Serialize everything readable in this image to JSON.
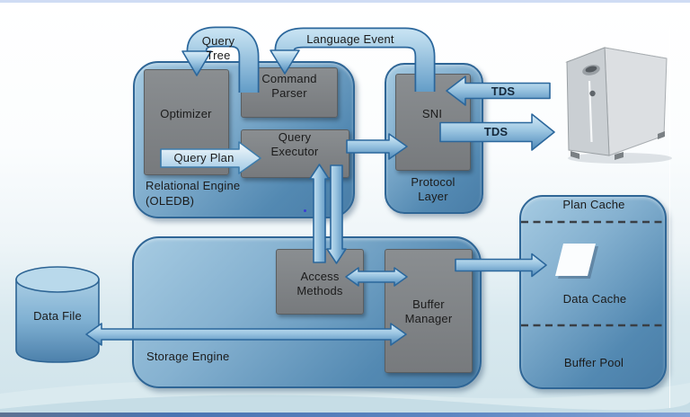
{
  "containers": {
    "relational_engine": {
      "line1": "Relational Engine",
      "line2": "(OLEDB)"
    },
    "protocol_layer": {
      "line1": "Protocol",
      "line2": "Layer"
    },
    "storage_engine": {
      "label": "Storage Engine"
    },
    "buffer_pool_box": {
      "plan_cache": "Plan Cache",
      "data_cache": "Data Cache",
      "buffer_pool": "Buffer Pool"
    }
  },
  "components": {
    "optimizer": {
      "label": "Optimizer"
    },
    "command_parser": {
      "line1": "Command",
      "line2": "Parser"
    },
    "query_executor": {
      "line1": "Query",
      "line2": "Executor"
    },
    "sni": {
      "label": "SNI"
    },
    "access_methods": {
      "line1": "Access",
      "line2": "Methods"
    },
    "buffer_manager": {
      "line1": "Buffer",
      "line2": "Manager"
    },
    "data_file": {
      "label": "Data File"
    }
  },
  "flows": {
    "query_tree": {
      "line1": "Query",
      "line2": "Tree"
    },
    "language_event": {
      "label": "Language Event"
    },
    "query_plan": {
      "label": "Query Plan"
    },
    "tds_inbound": {
      "label": "TDS"
    },
    "tds_outbound": {
      "label": "TDS"
    }
  },
  "icons": {
    "client_server": "server-tower-icon",
    "data_file_store": "database-cylinder-icon",
    "cached_page": "page-parallelogram-icon"
  },
  "colors": {
    "container_blue_dark": "#497da7",
    "container_blue_light": "#a6cbe2",
    "container_border": "#2f6696",
    "component_gray": "#7c8084",
    "arrow_fill_light": "#d9edf8",
    "arrow_fill_dark": "#4d88b8",
    "arrow_border": "#2b679c",
    "text": "#1b1b1b",
    "background_bottom": "#cfe3ea"
  }
}
